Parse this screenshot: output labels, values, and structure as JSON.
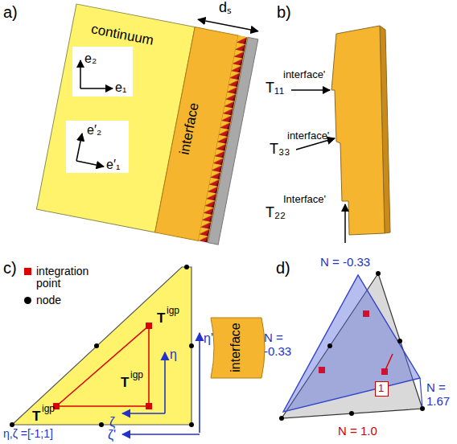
{
  "diagram": {
    "nodes": [
      {
        "text": [
          "1"
        ]
      }
    ],
    "labels": [
      "a)",
      "continuum",
      "dₛ",
      "e₂",
      "e₁",
      "e′₂",
      "e′₁",
      "interface",
      "b)",
      "T₁₁",
      "interface'",
      "T₃₃",
      "interface'",
      "T₂₂",
      "Interface'",
      "c)",
      "T",
      "igp",
      "T",
      "igp",
      "T",
      "igp",
      "η",
      "η'",
      "ζ",
      "ζ'",
      "η,ζ =[-1;1]",
      "interface",
      "d)",
      "N = -0.33",
      "N = -0.33",
      "N = 1.67",
      "N = 1.0"
    ],
    "legend": [
      {
        "text": "integration point",
        "color": "#dd0000"
      },
      {
        "text": "node",
        "color": "#000000"
      }
    ]
  }
}
